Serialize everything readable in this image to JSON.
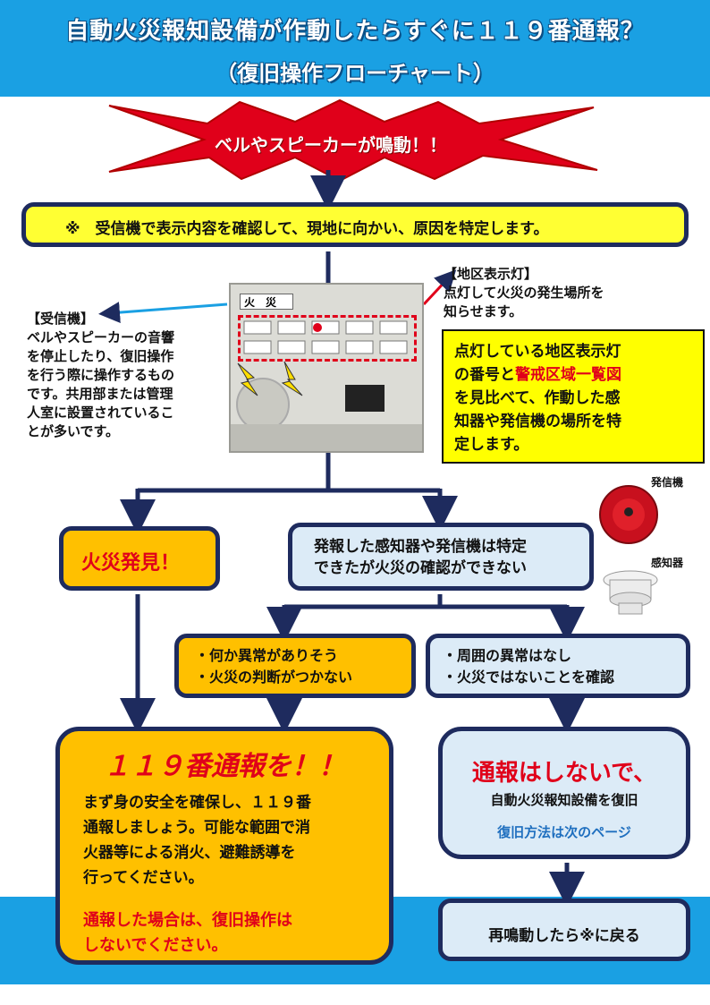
{
  "header": {
    "title": "自動火災報知設備が作動したらすぐに１１９番通報？",
    "subtitle": "（復旧操作フローチャート）"
  },
  "alarm": {
    "text": "ベルやスピーカーが鳴動！！"
  },
  "confirm_step": {
    "text": "※　受信機で表示内容を確認して、現地に向かい、原因を特定します。"
  },
  "receiver": {
    "label": "【受信機】",
    "desc_lines": [
      "ベルやスピーカーの音響",
      "を停止したり、復旧操作",
      "を行う際に操作するもの",
      "です。共用部または管理",
      "人室に設置されているこ",
      "とが多いです。"
    ],
    "panel_text": "火　災"
  },
  "zone_lamp": {
    "label": "【地区表示灯】",
    "desc_lines": [
      "点灯して火災の発生場所を",
      "知らせます。"
    ]
  },
  "zone_note": {
    "line1": "点灯している地区表示灯",
    "line2_a": "の番号と",
    "line2_red": "警戒区域一覧図",
    "line3": "を見比べて、作動した感",
    "line4": "知器や発信機の場所を特",
    "line5": "定します。"
  },
  "devices": {
    "transmitter_label": "発信機",
    "detector_label": "感知器"
  },
  "branch_fire": {
    "text": "火災発見！"
  },
  "branch_detected": {
    "line1": "発報した感知器や発信機は特定",
    "line2": "できたが火災の確認ができない"
  },
  "sub_abnormal": {
    "line1": "・何か異常がありそう",
    "line2": "・火災の判断がつかない"
  },
  "sub_normal": {
    "line1": "・周囲の異常はなし",
    "line2": "・火災ではないことを確認"
  },
  "call_119": {
    "title": "１１９番通報を！！",
    "body_lines": [
      "まず身の安全を確保し、１１９番",
      "通報しましょう。可能な範囲で消",
      "火器等による消火、避難誘導を",
      "行ってください。"
    ],
    "warn_lines": [
      "通報した場合は、復旧操作は",
      "しないでください。"
    ]
  },
  "no_report": {
    "title": "通報はしないで、",
    "sub": "自動火災報知設備を復旧",
    "link": "復旧方法は次のページ"
  },
  "again": {
    "text": "再鳴動したら※に戻る"
  },
  "colors": {
    "header_blue": "#1aa0e3",
    "navy": "#1e2b5e",
    "orange": "#ffc000",
    "yellow": "#ffff33",
    "red": "#e0001a",
    "light_blue": "#dcebf7"
  }
}
